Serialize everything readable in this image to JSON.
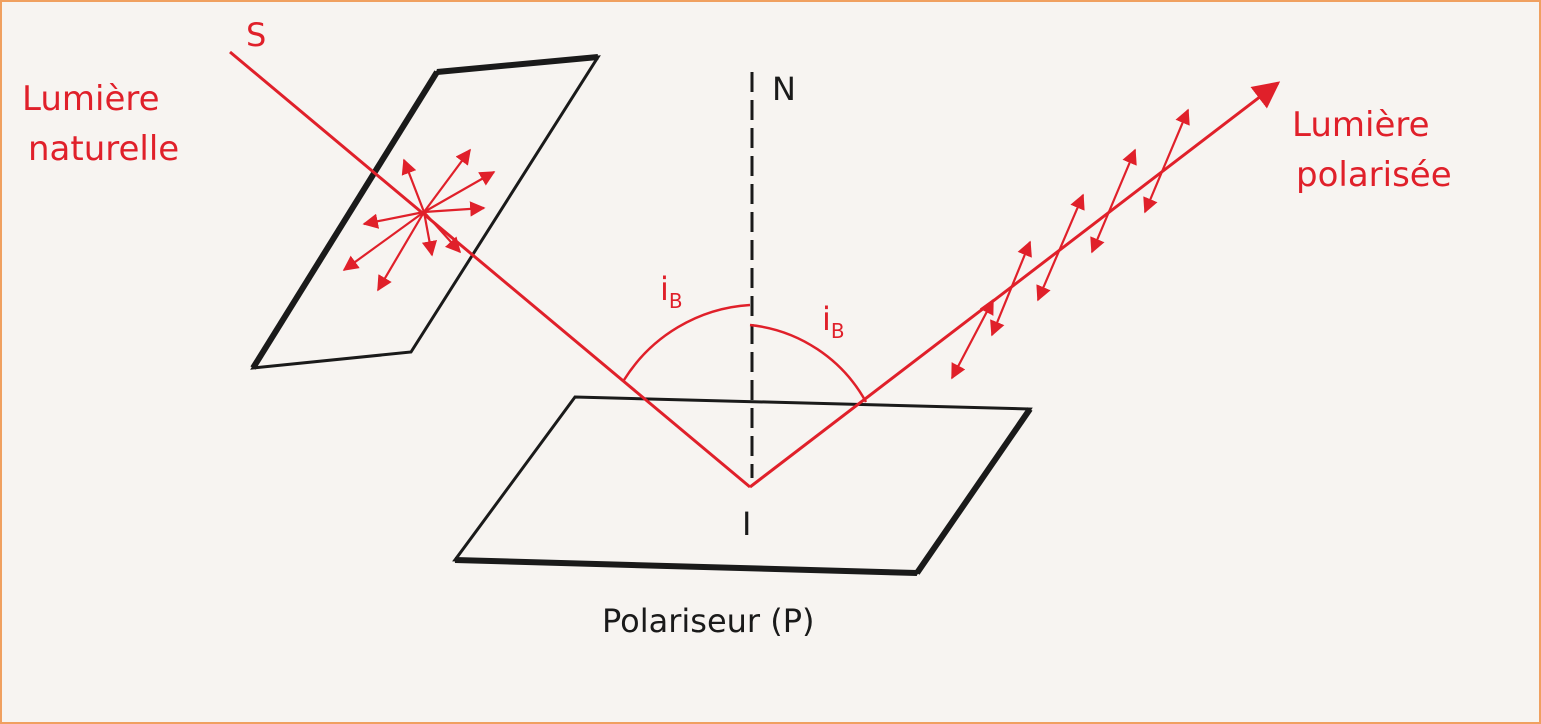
{
  "labels": {
    "source": "S",
    "natural_light_line1": "Lumière",
    "natural_light_line2": "naturelle",
    "normal": "N",
    "incidence_point": "I",
    "angle_left_main": "i",
    "angle_left_sub": "B",
    "angle_right_main": "i",
    "angle_right_sub": "B",
    "polarized_light_line1": "Lumière",
    "polarized_light_line2": "polarisée",
    "polarizer": "Polariseur (P)"
  },
  "colors": {
    "ray": "#e0202a",
    "lines": "#1a1a1a",
    "frame": "#f0a060",
    "background": "#f7f4f1"
  }
}
